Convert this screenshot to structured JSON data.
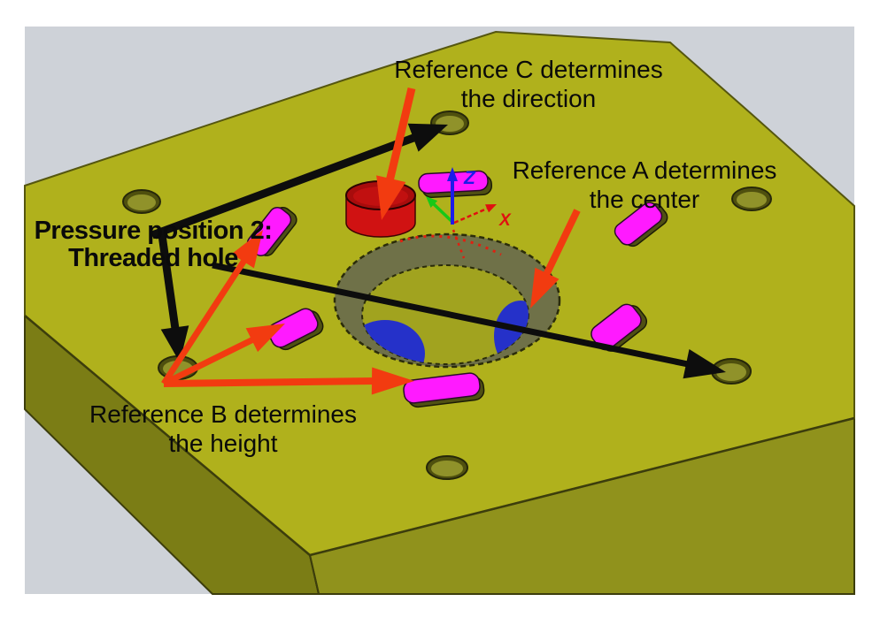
{
  "figure": {
    "annotations": {
      "reference_c": "Reference C determines\nthe direction",
      "reference_a": "Reference A determines\nthe center",
      "pressure_position": "Pressure position 2:\nThreaded hole",
      "reference_b": "Reference B determines\nthe height"
    },
    "axis_labels": {
      "z": "Z",
      "x": "X"
    },
    "colors": {
      "background": "#ced2d8",
      "border": "#ffffff",
      "plate_top": "#b0b11c",
      "plate_front_left": "#7b7d15",
      "plate_front_right": "#90921c",
      "bore_wall": "#6f7148",
      "bore_floor": "#a1a31f",
      "insert_blue": "#2531c9",
      "pad_magenta": "#ff1aff",
      "cylinder_red": "#d01212",
      "annotation_arrow_red": "#f23b10",
      "annotation_arrow_black": "#0d0d0d",
      "axis_x_red": "#e01010",
      "axis_y_green": "#17c817",
      "axis_z_blue": "#1c1ce8",
      "text": "#0a0a0a"
    }
  }
}
